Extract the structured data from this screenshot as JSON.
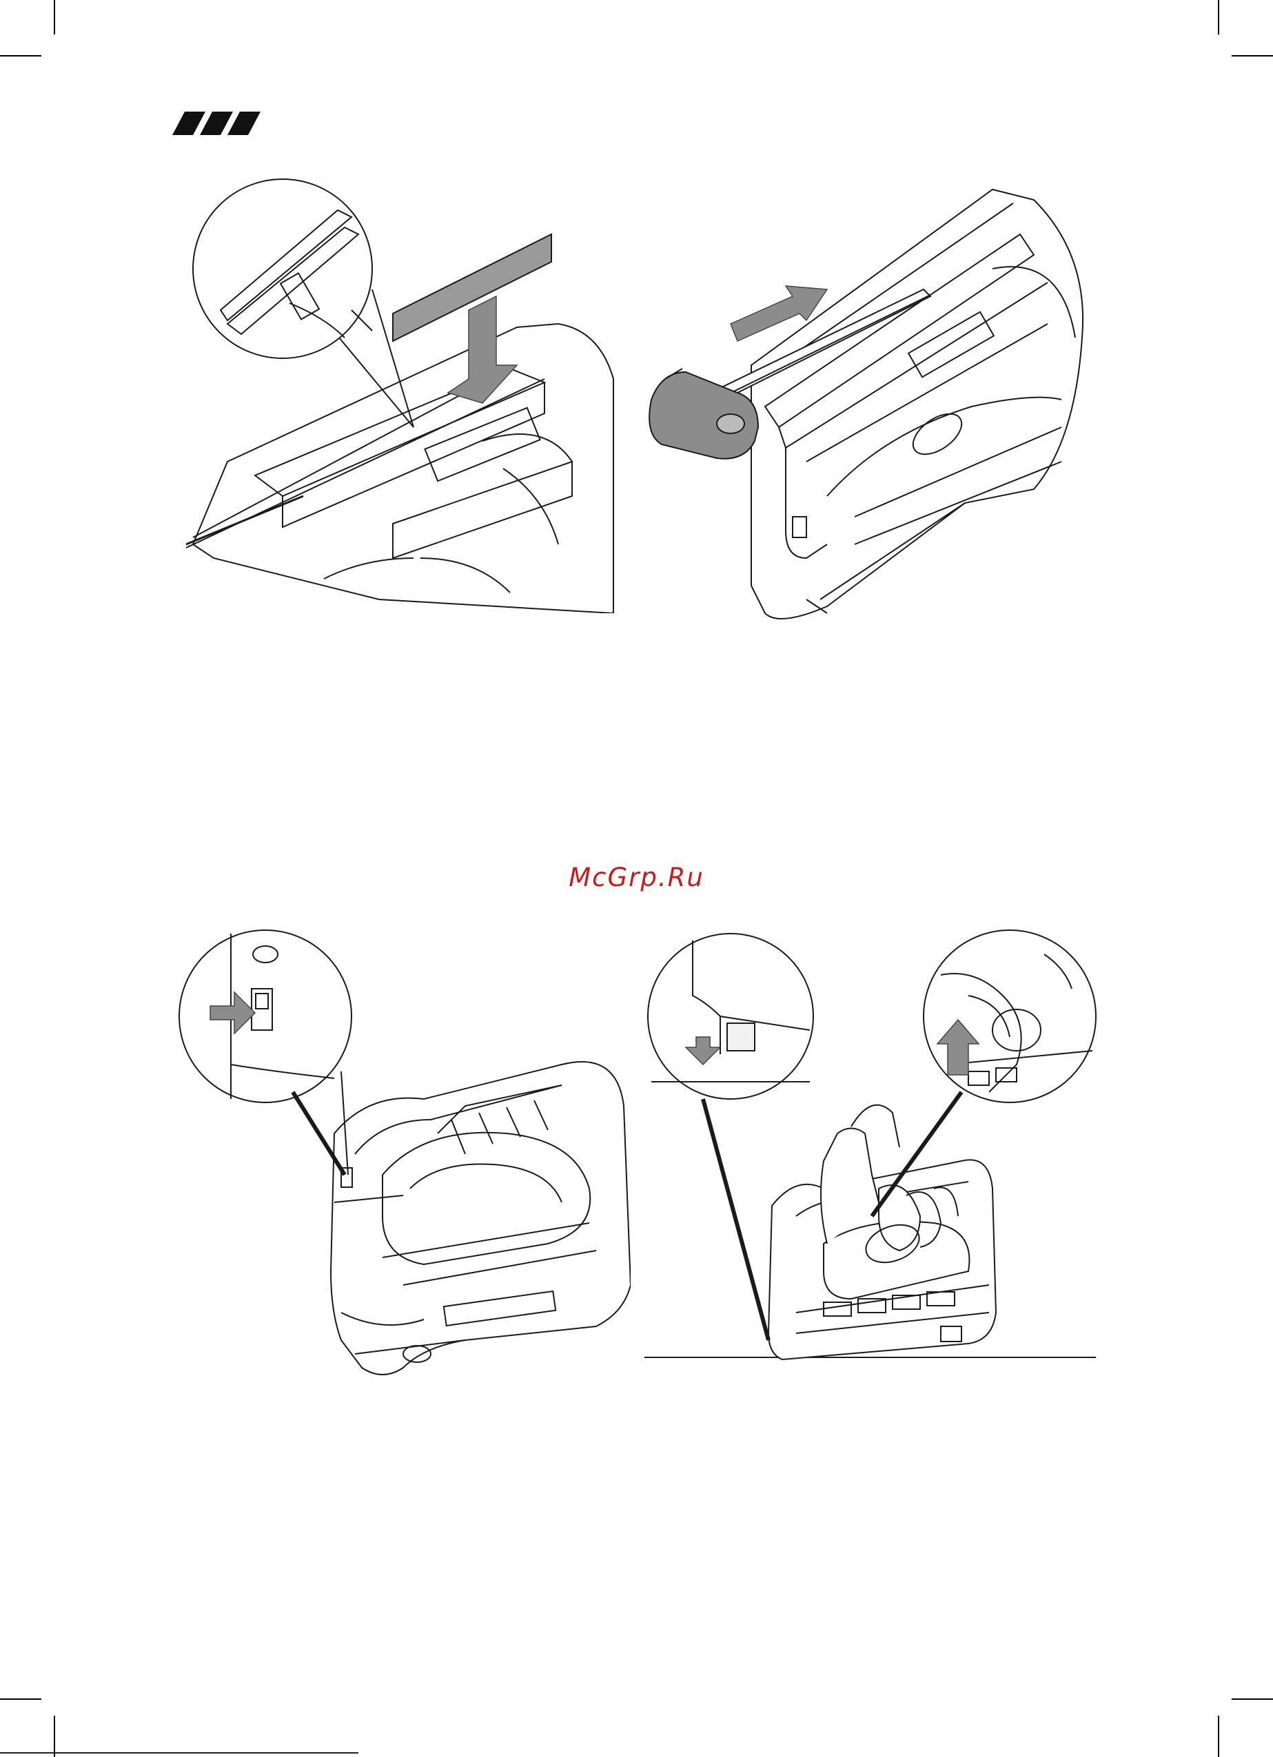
{
  "page": {
    "watermark": "McGrp.Ru"
  },
  "figures": [
    {
      "id": "figure-1",
      "icon": "stapler-magazine-load-illustration",
      "arrow": "down-arrow-icon"
    },
    {
      "id": "figure-2",
      "icon": "stapler-magazine-close-illustration",
      "arrow": "right-arrow-icon"
    },
    {
      "id": "figure-3",
      "icon": "stapler-power-switch-illustration",
      "arrow": "press-arrow-icon"
    },
    {
      "id": "figure-4",
      "icon": "stapler-operate-illustration",
      "arrow": "up-arrow-icon"
    }
  ],
  "colors": {
    "line": "#1a1a1a",
    "arrow_fill": "#8c8c8c",
    "watermark": "#c91a1a"
  }
}
